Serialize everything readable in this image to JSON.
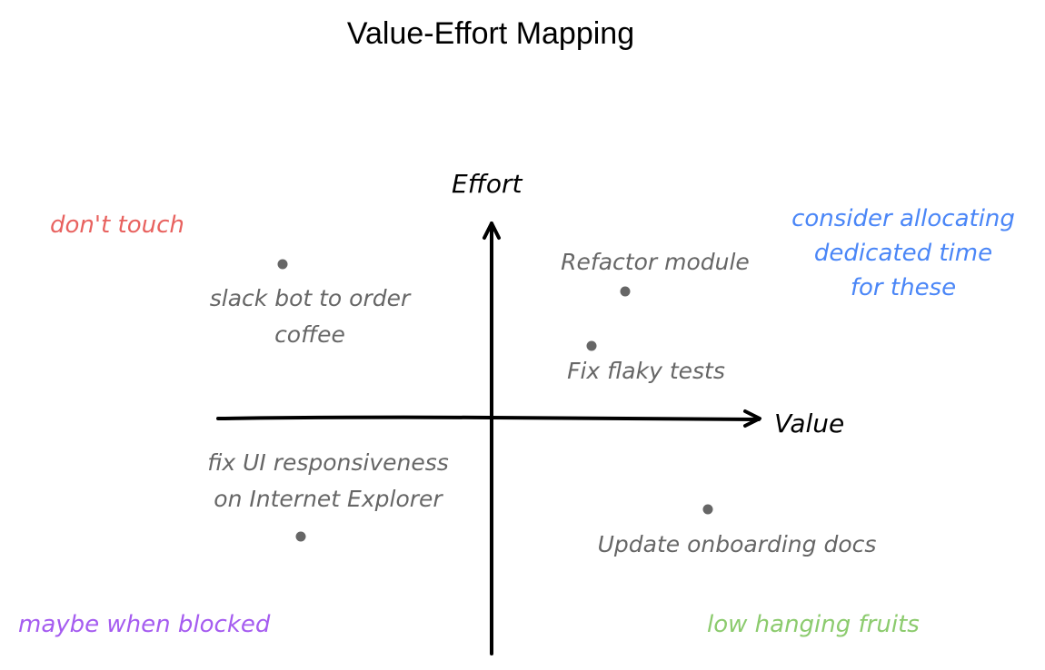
{
  "title": "Value-Effort Mapping",
  "axes": {
    "x_label": "Value",
    "y_label": "Effort"
  },
  "quadrants": {
    "top_left": {
      "label": "don't touch",
      "color": "#e8625f"
    },
    "top_right": {
      "label_lines": [
        "consider allocating",
        "dedicated time",
        "for these"
      ],
      "color": "#4a86f7"
    },
    "bottom_left": {
      "label": "maybe when blocked",
      "color": "#a55cf0"
    },
    "bottom_right": {
      "label": "low hanging fruits",
      "color": "#8ccb6e"
    }
  },
  "items": [
    {
      "label_lines": [
        "slack bot to order",
        "coffee"
      ],
      "dot": [
        311,
        291
      ]
    },
    {
      "label_lines": [
        "Refactor module"
      ],
      "dot": [
        688,
        321
      ]
    },
    {
      "label_lines": [
        "Fix flaky tests"
      ],
      "dot": [
        651,
        381
      ]
    },
    {
      "label_lines": [
        "fix UI responsiveness",
        "on Internet Explorer"
      ],
      "dot": [
        331,
        591
      ]
    },
    {
      "label_lines": [
        "Update onboarding docs"
      ],
      "dot": [
        779,
        561
      ]
    }
  ]
}
